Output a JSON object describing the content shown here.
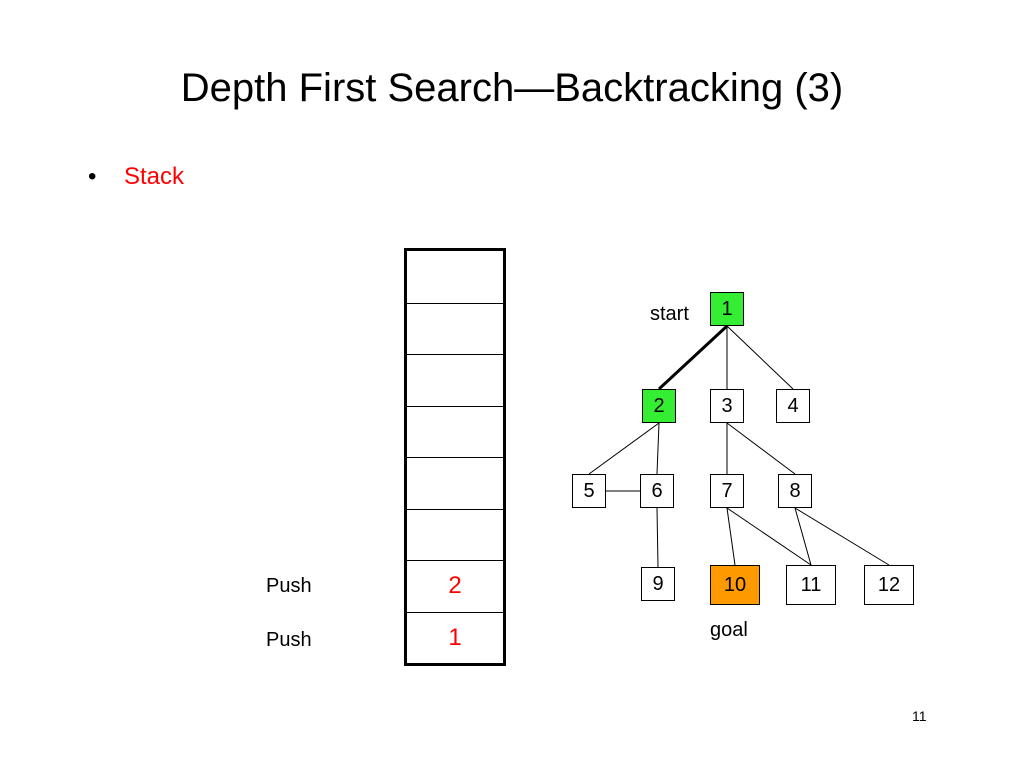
{
  "title": "Depth First Search—Backtracking (3)",
  "bullet": {
    "marker": "•",
    "text": "Stack",
    "color": "#ff0000"
  },
  "stack": {
    "slots": [
      "",
      "",
      "",
      "",
      "",
      "",
      "2",
      "1"
    ],
    "value_color": "#ff0000",
    "operations": [
      "Push",
      "Push"
    ]
  },
  "tree": {
    "nodes": [
      {
        "id": "1",
        "state": "visited"
      },
      {
        "id": "2",
        "state": "visited"
      },
      {
        "id": "3",
        "state": "unvisited"
      },
      {
        "id": "4",
        "state": "unvisited"
      },
      {
        "id": "5",
        "state": "unvisited"
      },
      {
        "id": "6",
        "state": "unvisited"
      },
      {
        "id": "7",
        "state": "unvisited"
      },
      {
        "id": "8",
        "state": "unvisited"
      },
      {
        "id": "9",
        "state": "unvisited"
      },
      {
        "id": "10",
        "state": "goal"
      },
      {
        "id": "11",
        "state": "unvisited"
      },
      {
        "id": "12",
        "state": "unvisited"
      }
    ],
    "edges": [
      {
        "from": "1",
        "to": "2",
        "traversed": true
      },
      {
        "from": "1",
        "to": "3",
        "traversed": false
      },
      {
        "from": "1",
        "to": "4",
        "traversed": false
      },
      {
        "from": "2",
        "to": "5",
        "traversed": false
      },
      {
        "from": "2",
        "to": "6",
        "traversed": false
      },
      {
        "from": "5",
        "to": "6",
        "traversed": false
      },
      {
        "from": "3",
        "to": "7",
        "traversed": false
      },
      {
        "from": "3",
        "to": "8",
        "traversed": false
      },
      {
        "from": "6",
        "to": "9",
        "traversed": false
      },
      {
        "from": "7",
        "to": "10",
        "traversed": false
      },
      {
        "from": "7",
        "to": "11",
        "traversed": false
      },
      {
        "from": "8",
        "to": "11",
        "traversed": false
      },
      {
        "from": "8",
        "to": "12",
        "traversed": false
      }
    ],
    "start_label": "start",
    "goal_label": "goal",
    "colors": {
      "visited": "#33ee33",
      "goal": "#ff9900",
      "unvisited": "#ffffff"
    }
  },
  "page_number": "11"
}
